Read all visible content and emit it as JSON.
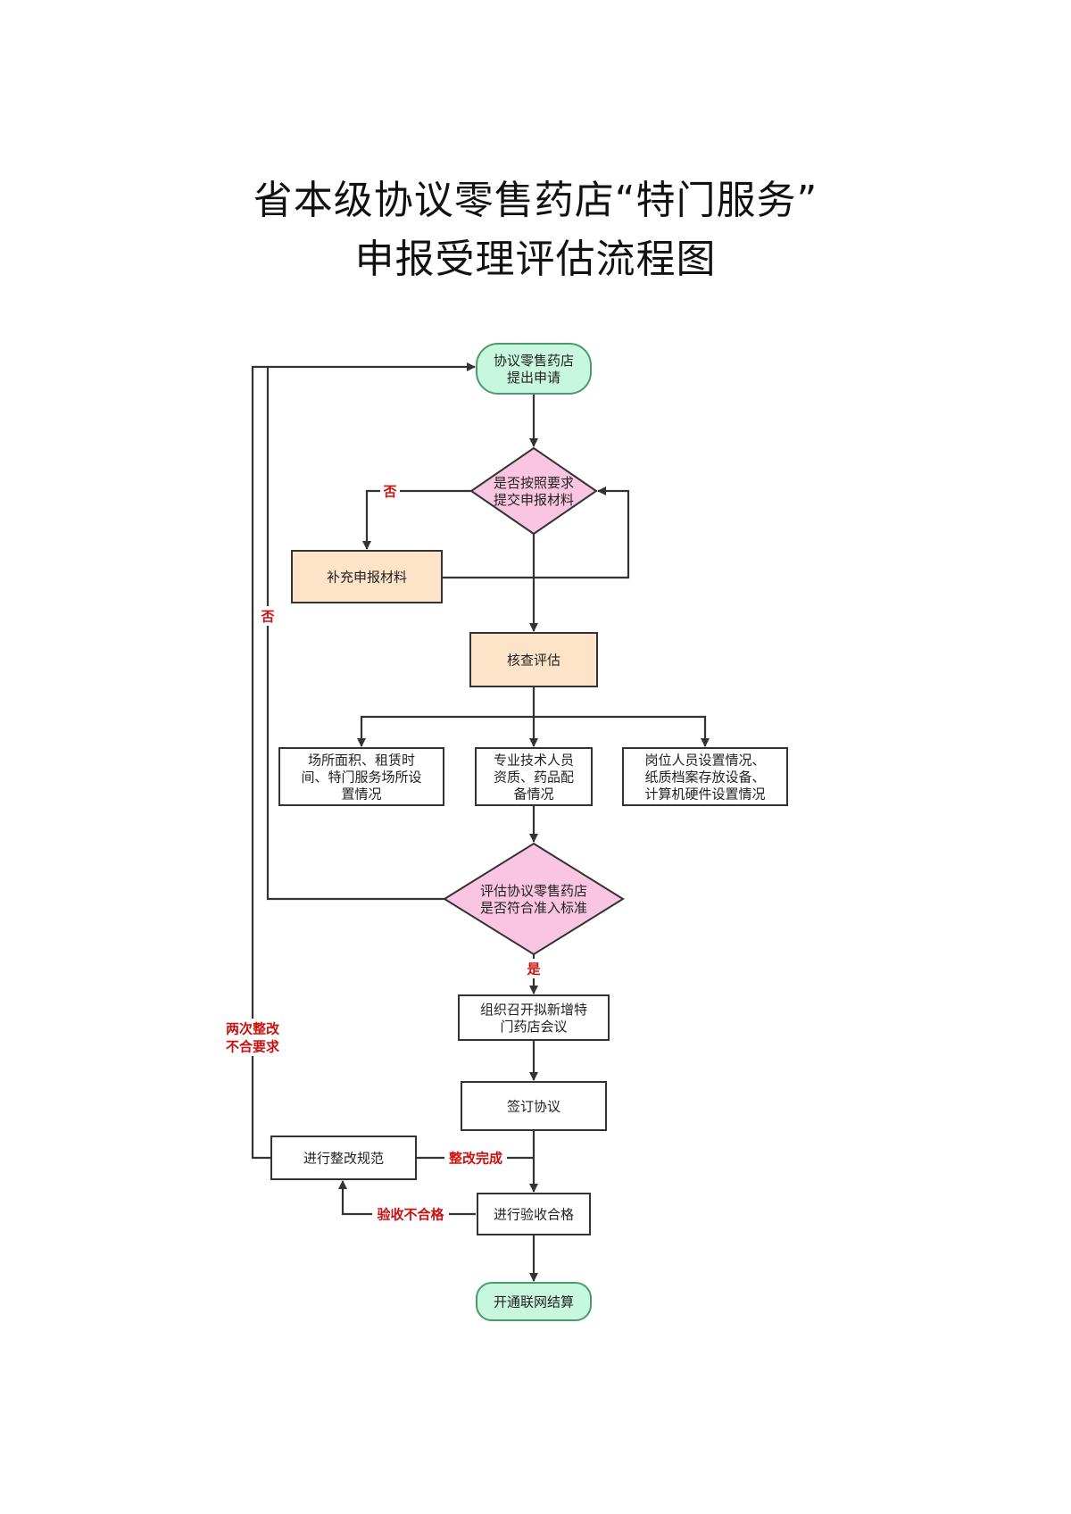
{
  "title": {
    "line1": "省本级协议零售药店“特门服务”",
    "line2": "申报受理评估流程图"
  },
  "colors": {
    "terminal_fill": "#c8f7df",
    "terminal_stroke": "#4a9a6a",
    "decision_fill": "#f9c5e0",
    "decision_stroke": "#333333",
    "process_orange_fill": "#fde3c8",
    "process_stroke": "#333333",
    "edge_label": "#cc1111"
  },
  "nodes": {
    "start": [
      "协议零售药店",
      "提出申请"
    ],
    "check_materials": [
      "是否按照要求",
      "提交申报材料"
    ],
    "supplement": [
      "补充申报材料"
    ],
    "verify": [
      "核查评估"
    ],
    "site": [
      "场所面积、租赁时",
      "间、特门服务场所设",
      "置情况"
    ],
    "staff": [
      "专业技术人员",
      "资质、药品配",
      "备情况"
    ],
    "posts": [
      "岗位人员设置情况、",
      "纸质档案存放设备、",
      "计算机硬件设置情况"
    ],
    "evaluate": [
      "评估协议零售药店",
      "是否符合准入标准"
    ],
    "meeting": [
      "组织召开拟新增特",
      "门药店会议"
    ],
    "sign": [
      "签订协议"
    ],
    "rectify": [
      "进行整改规范"
    ],
    "accept": [
      "进行验收合格"
    ],
    "end": [
      "开通联网结算"
    ]
  },
  "edge_labels": {
    "no_materials": "否",
    "no_evaluate": "否",
    "yes_evaluate": "是",
    "twice_fail": [
      "两次整改",
      "不合要求"
    ],
    "rectify_done": "整改完成",
    "accept_fail": "验收不合格"
  }
}
